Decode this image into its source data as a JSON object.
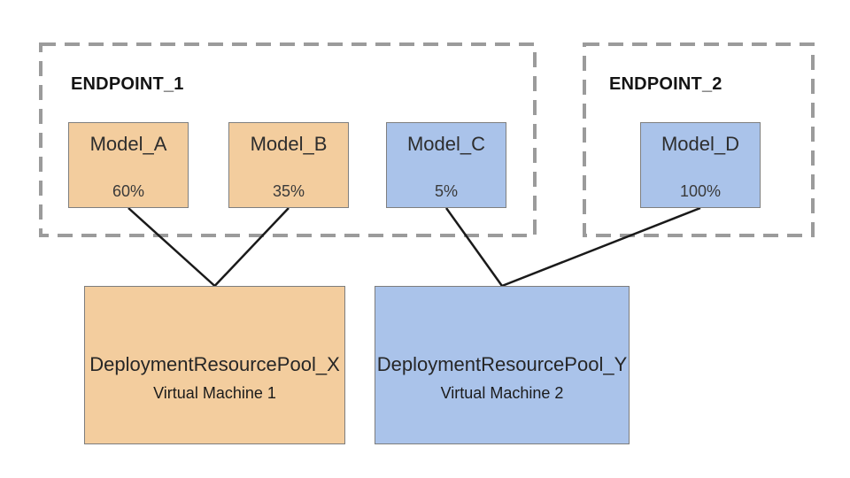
{
  "endpoints": [
    {
      "id": "endpoint-1",
      "label": "ENDPOINT_1"
    },
    {
      "id": "endpoint-2",
      "label": "ENDPOINT_2"
    }
  ],
  "models": [
    {
      "id": "model-a",
      "name": "Model_A",
      "traffic": "60%"
    },
    {
      "id": "model-b",
      "name": "Model_B",
      "traffic": "35%"
    },
    {
      "id": "model-c",
      "name": "Model_C",
      "traffic": "5%"
    },
    {
      "id": "model-d",
      "name": "Model_D",
      "traffic": "100%"
    }
  ],
  "pools": [
    {
      "id": "pool-x",
      "name": "DeploymentResourcePool_X",
      "machine": "Virtual Machine 1"
    },
    {
      "id": "pool-y",
      "name": "DeploymentResourcePool_Y",
      "machine": "Virtual Machine 2"
    }
  ],
  "connections": [
    {
      "from": "model-a",
      "to": "pool-x"
    },
    {
      "from": "model-b",
      "to": "pool-x"
    },
    {
      "from": "model-c",
      "to": "pool-y"
    },
    {
      "from": "model-d",
      "to": "pool-y"
    }
  ],
  "colors": {
    "orange_fill": "#f3cd9e",
    "blue_fill": "#aac3ea",
    "box_border": "#7f7f7f",
    "dashed_border": "#9b9b9b",
    "connector_line": "#1a1a1a"
  }
}
